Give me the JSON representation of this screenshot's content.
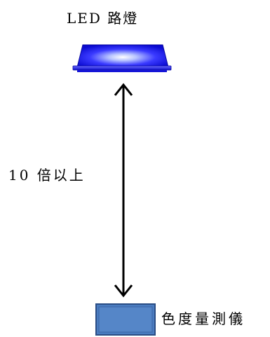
{
  "led": {
    "title": "LED 路燈",
    "body_color": "#1a1aff",
    "highlight_color": "#ffffff",
    "base_color": "#1a1aff"
  },
  "distance": {
    "label": "10 倍以上"
  },
  "meter": {
    "label": "色度量測儀",
    "fill_color": "#4a7cc0",
    "border_color": "#2a4d85"
  }
}
